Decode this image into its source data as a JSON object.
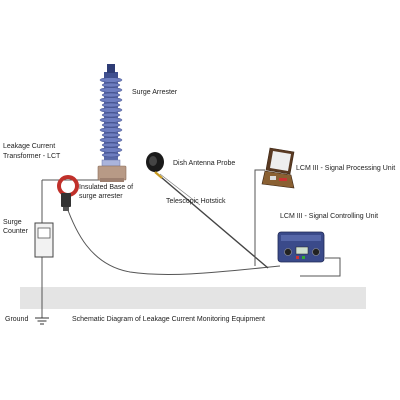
{
  "diagram": {
    "caption": "Schematic Diagram of Leakage Current Monitoring Equipment",
    "labels": {
      "surge_arrester": "Surge Arrester",
      "lct_line1": "Leakage Current",
      "lct_line2": "Transformer - LCT",
      "insulated_base_line1": "Insulated Base of",
      "insulated_base_line2": "surge arrester",
      "dish_antenna_probe": "Dish Antenna Probe",
      "telescopic_hotstick": "Telescopic Hotstick",
      "surge_counter_line1": "Surge",
      "surge_counter_line2": "Counter",
      "signal_processing_unit": "LCM III -  Signal Processing Unit",
      "signal_controlling_unit": "LCM III - Signal Controlling Unit",
      "ground": "Ground"
    },
    "colors": {
      "wire": "#555555",
      "arrester_blue": "#5868a8",
      "arrester_light": "#aab4dc",
      "base_tan": "#b89a86",
      "ground_strip": "#e4e4e4",
      "clamp_red": "#c0302a",
      "unit_blue": "#3a4a8a",
      "case_brown": "#7a5430"
    }
  }
}
